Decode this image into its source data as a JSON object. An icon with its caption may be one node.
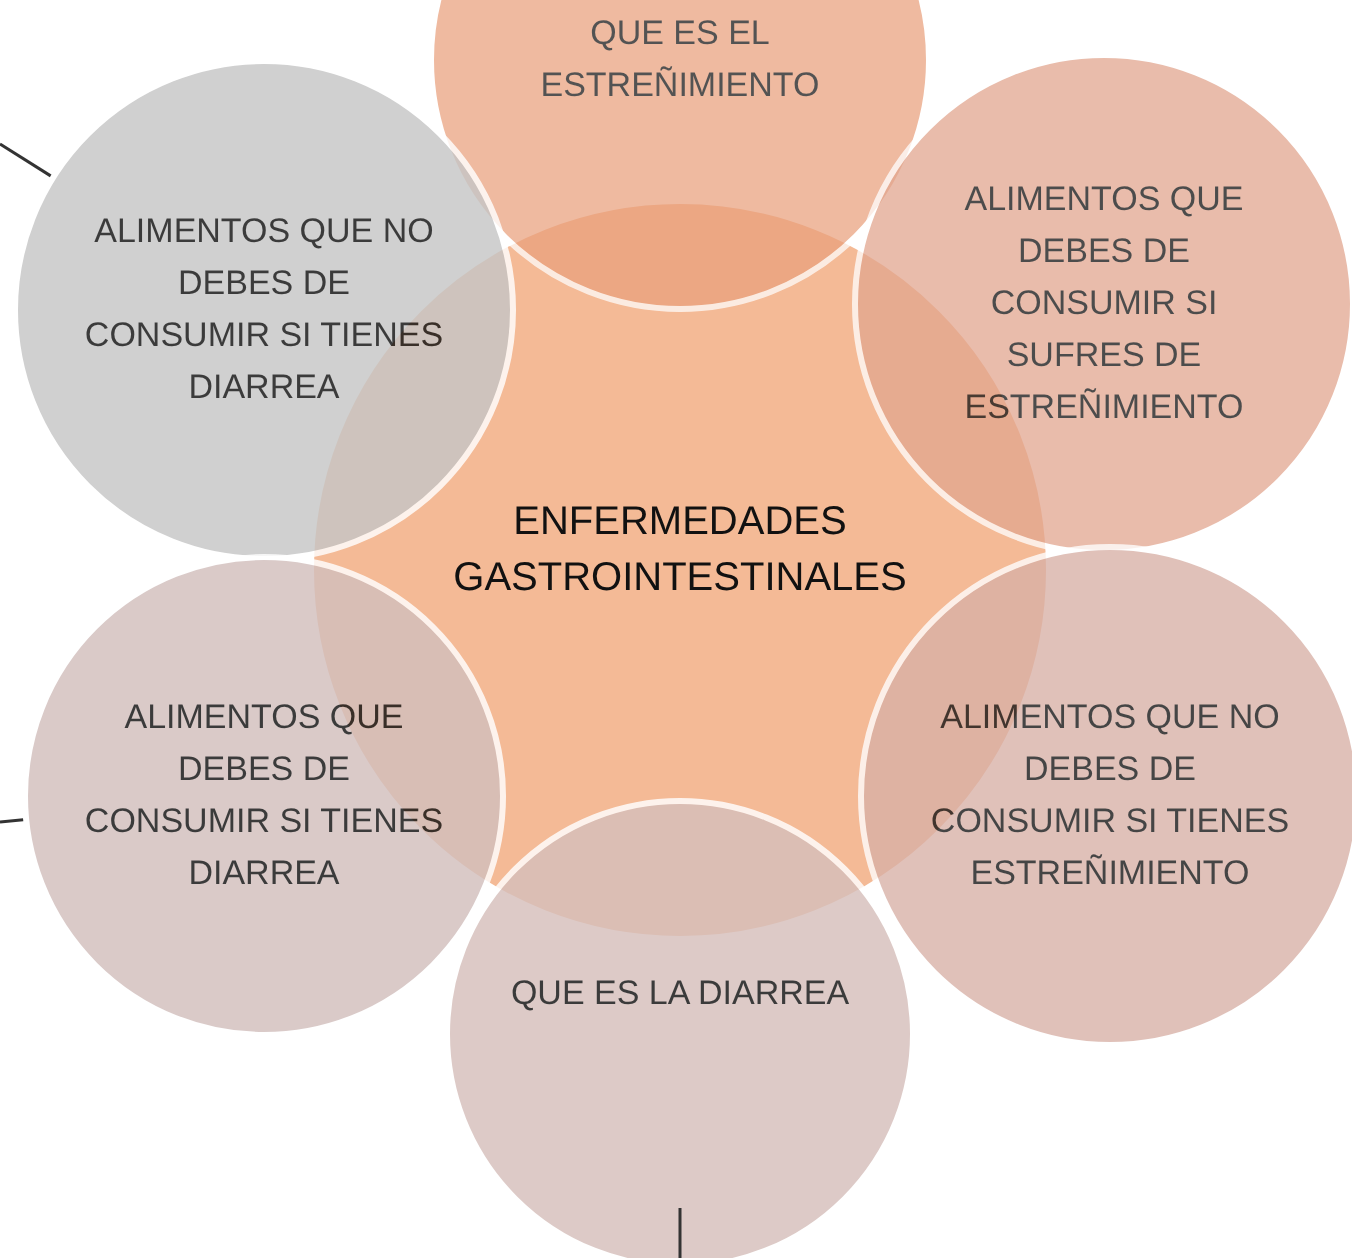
{
  "diagram": {
    "nodes": [
      {
        "text": [
          "QUE ES EL ESTREÑIMIENTO"
        ]
      },
      {
        "text": [
          "ALIMENTOS QUE NO DEBES DE CONSUMIR SI TIENES  DIARREA"
        ]
      },
      {
        "text": [
          "ALIMENTOS  QUE DEBES DE CONSUMIR SI SUFRES DE ESTREÑIMIENTO"
        ]
      },
      {
        "text": [
          "ENFERMEDADES GASTROINTESTINALES"
        ]
      },
      {
        "text": [
          "ALIMENTOS QUE DEBES DE CONSUMIR SI TIENES DIARREA"
        ]
      },
      {
        "text": [
          "ALIMENTOS QUE NO DEBES DE CONSUMIR SI TIENES ESTREÑIMIENTO"
        ]
      },
      {
        "text": [
          "QUE ES LA DIARREA"
        ]
      }
    ],
    "edges": [
      {
        "from": null,
        "to": 1,
        "arrow": "none"
      },
      {
        "from": null,
        "to": 4,
        "arrow": "none"
      },
      {
        "from": 6,
        "to": null,
        "arrow": "none"
      }
    ]
  }
}
